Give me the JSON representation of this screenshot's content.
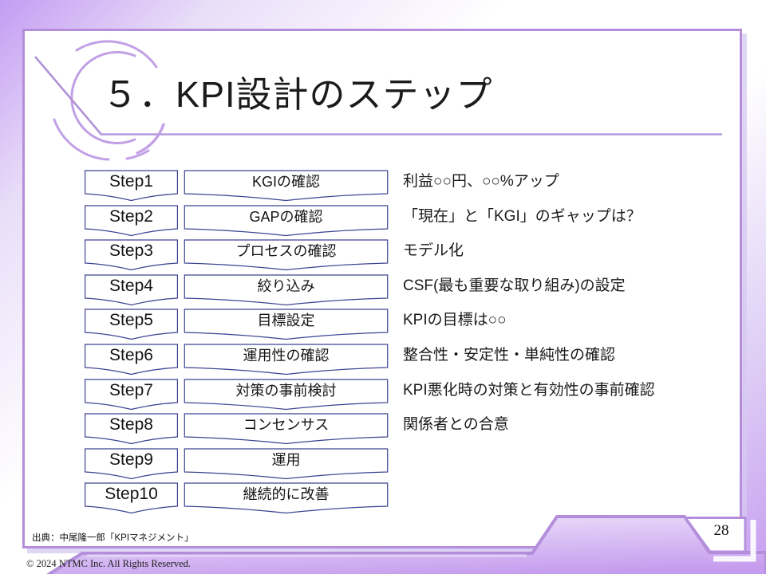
{
  "colors": {
    "accent_purple": "#b48edb",
    "arc_purple": "#c2a0e6",
    "line_purple": "#b193d8",
    "shape_border_navy": "#3c4492",
    "bg_purple_top_left": "#c49df3",
    "bg_purple_bottom_right": "#c79ff0",
    "band_light": "#efe8fa",
    "band_dark": "#c69cee"
  },
  "title": "５．KPI設計のステップ",
  "steps": [
    {
      "step": "Step1",
      "label": "KGIの確認",
      "note": "利益○○円、○○%アップ"
    },
    {
      "step": "Step2",
      "label": "GAPの確認",
      "note": "「現在」と「KGI」のギャップは？"
    },
    {
      "step": "Step3",
      "label": "プロセスの確認",
      "note": "モデル化"
    },
    {
      "step": "Step4",
      "label": "絞り込み",
      "note": "CSF(最も重要な取り組み)の設定"
    },
    {
      "step": "Step5",
      "label": "目標設定",
      "note": "KPIの目標は○○"
    },
    {
      "step": "Step6",
      "label": "運用性の確認",
      "note": "整合性・安定性・単純性の確認"
    },
    {
      "step": "Step7",
      "label": "対策の事前検討",
      "note": "KPI悪化時の対策と有効性の事前確認"
    },
    {
      "step": "Step8",
      "label": "コンセンサス",
      "note": "関係者との合意"
    },
    {
      "step": "Step9",
      "label": "運用",
      "note": ""
    },
    {
      "step": "Step10",
      "label": "継続的に改善",
      "note": ""
    }
  ],
  "footer": {
    "source": "出典：中尾隆一郎「KPIマネジメント」",
    "page_number": "28",
    "copyright": "© 2024 NTMC Inc. All Rights Reserved."
  }
}
